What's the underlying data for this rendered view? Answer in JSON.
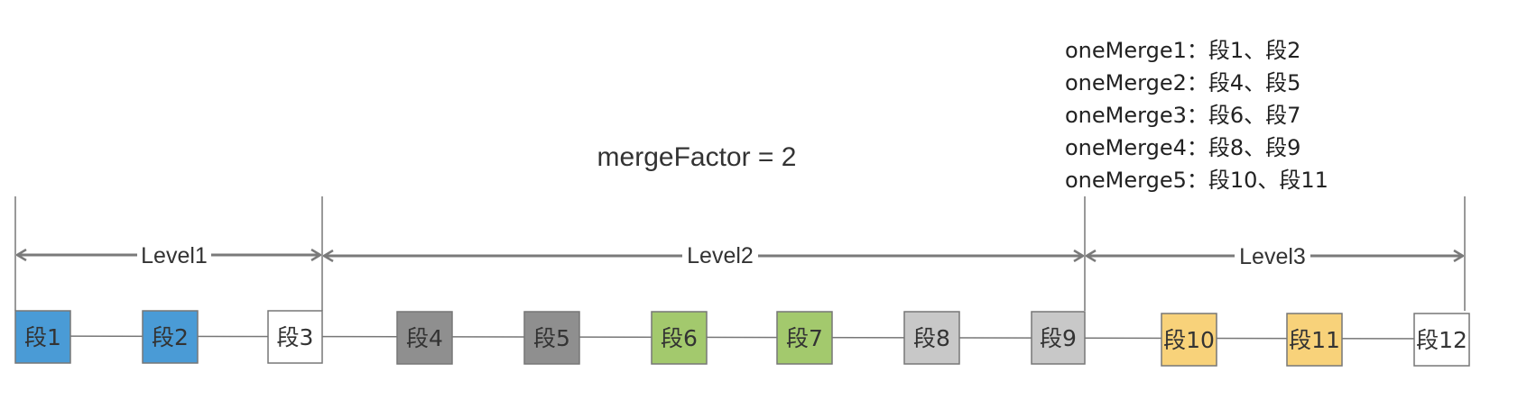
{
  "title": "mergeFactor = 2",
  "merges": [
    "oneMerge1：段1、段2",
    "oneMerge2：段4、段5",
    "oneMerge3：段6、段7",
    "oneMerge4：段8、段9",
    "oneMerge5：段10、段11"
  ],
  "levels": [
    "Level1",
    "Level2",
    "Level3"
  ],
  "segments": [
    {
      "label": "段1",
      "color": "#4a9bd6"
    },
    {
      "label": "段2",
      "color": "#4a9bd6"
    },
    {
      "label": "段3",
      "color": "#ffffff"
    },
    {
      "label": "段4",
      "color": "#8f8f8f"
    },
    {
      "label": "段5",
      "color": "#8f8f8f"
    },
    {
      "label": "段6",
      "color": "#a3c96d"
    },
    {
      "label": "段7",
      "color": "#a3c96d"
    },
    {
      "label": "段8",
      "color": "#c8c8c8"
    },
    {
      "label": "段9",
      "color": "#c8c8c8"
    },
    {
      "label": "段10",
      "color": "#f8d27a"
    },
    {
      "label": "段11",
      "color": "#f8d27a"
    },
    {
      "label": "段12",
      "color": "#ffffff"
    }
  ]
}
